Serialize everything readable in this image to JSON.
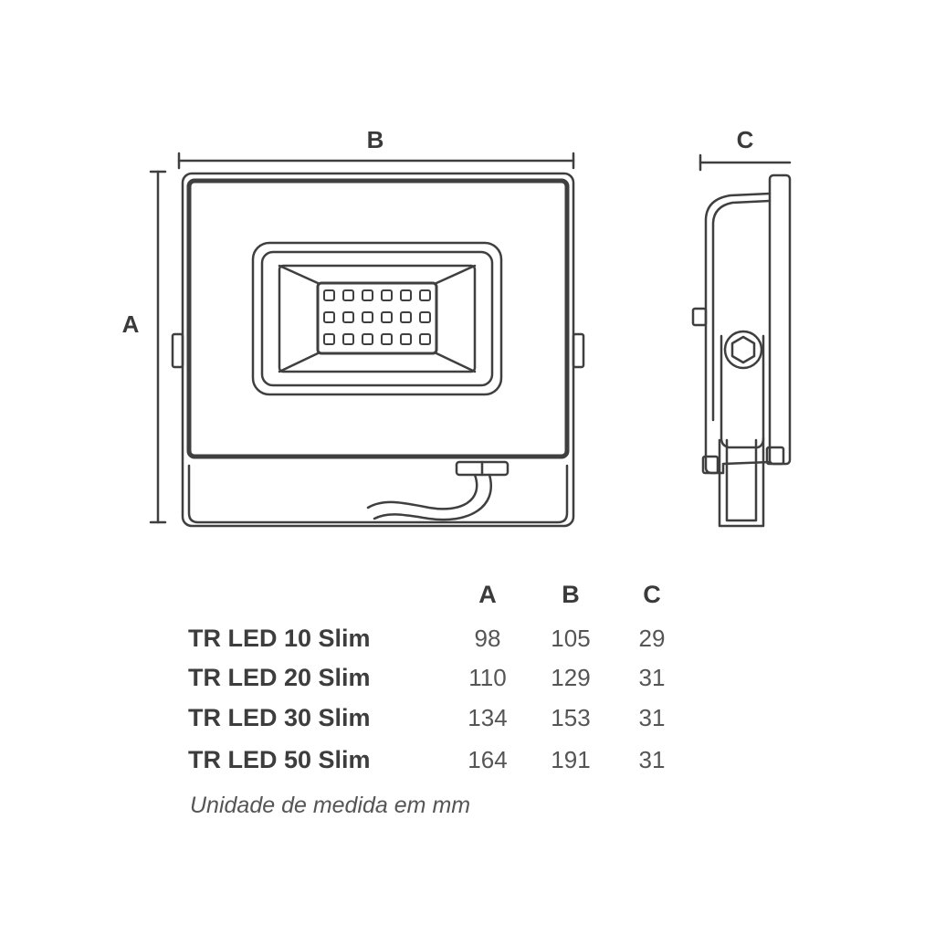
{
  "drawing": {
    "label_a": "A",
    "label_b": "B",
    "label_c": "C"
  },
  "specs": {
    "headers": [
      "A",
      "B",
      "C"
    ],
    "rows": [
      {
        "model": "TR LED 10 Slim",
        "a": "98",
        "b": "105",
        "c": "29"
      },
      {
        "model": "TR LED 20 Slim",
        "a": "110",
        "b": "129",
        "c": "31"
      },
      {
        "model": "TR LED 30 Slim",
        "a": "134",
        "b": "153",
        "c": "31"
      },
      {
        "model": "TR LED 50 Slim",
        "a": "164",
        "b": "191",
        "c": "31"
      }
    ],
    "unit_note": "Unidade de medida em mm"
  }
}
